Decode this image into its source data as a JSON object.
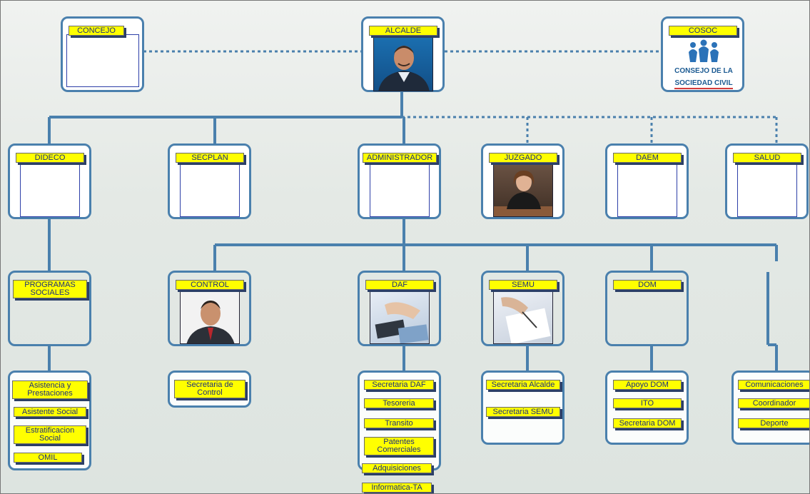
{
  "top": {
    "concejo": "CONCEJO",
    "alcalde": "ALCALDE",
    "cosoc": "COSOC",
    "cosoc_logo_lines": [
      "CONSEJO DE LA",
      "SOCIEDAD CIVIL"
    ]
  },
  "departments": {
    "dideco": "DIDECO",
    "secplan": "SECPLAN",
    "administrador": "ADMINISTRADOR",
    "juzgado": "JUZGADO",
    "daem": "DAEM",
    "salud": "SALUD"
  },
  "units": {
    "programas_sociales": "PROGRAMAS\nSOCIALES",
    "control": "CONTROL",
    "daf": "DAF",
    "semu": "SEMU",
    "dom": "DOM"
  },
  "sections": {
    "programas": [
      "Asistencia y\nPrestaciones",
      "Asistente Social",
      "Estratificacion\nSocial",
      "OMIL"
    ],
    "control": [
      "Secretaria de\nControl"
    ],
    "daf": [
      "Secretaria DAF",
      "Tesoreria",
      "Transito",
      "Patentes\nComerciales",
      "Adquisiciones",
      "Informatica-TA"
    ],
    "semu": [
      "Secretaria Alcalde",
      "Secretaria SEMU"
    ],
    "dom": [
      "Apoyo DOM",
      "ITO",
      "Secretaria DOM"
    ],
    "extra": [
      "Comunicaciones",
      "Coordinador",
      "Deporte"
    ]
  },
  "colors": {
    "connector": "#4a80ad",
    "label_fill": "#ffff00",
    "label_text": "#1d2f7a"
  }
}
